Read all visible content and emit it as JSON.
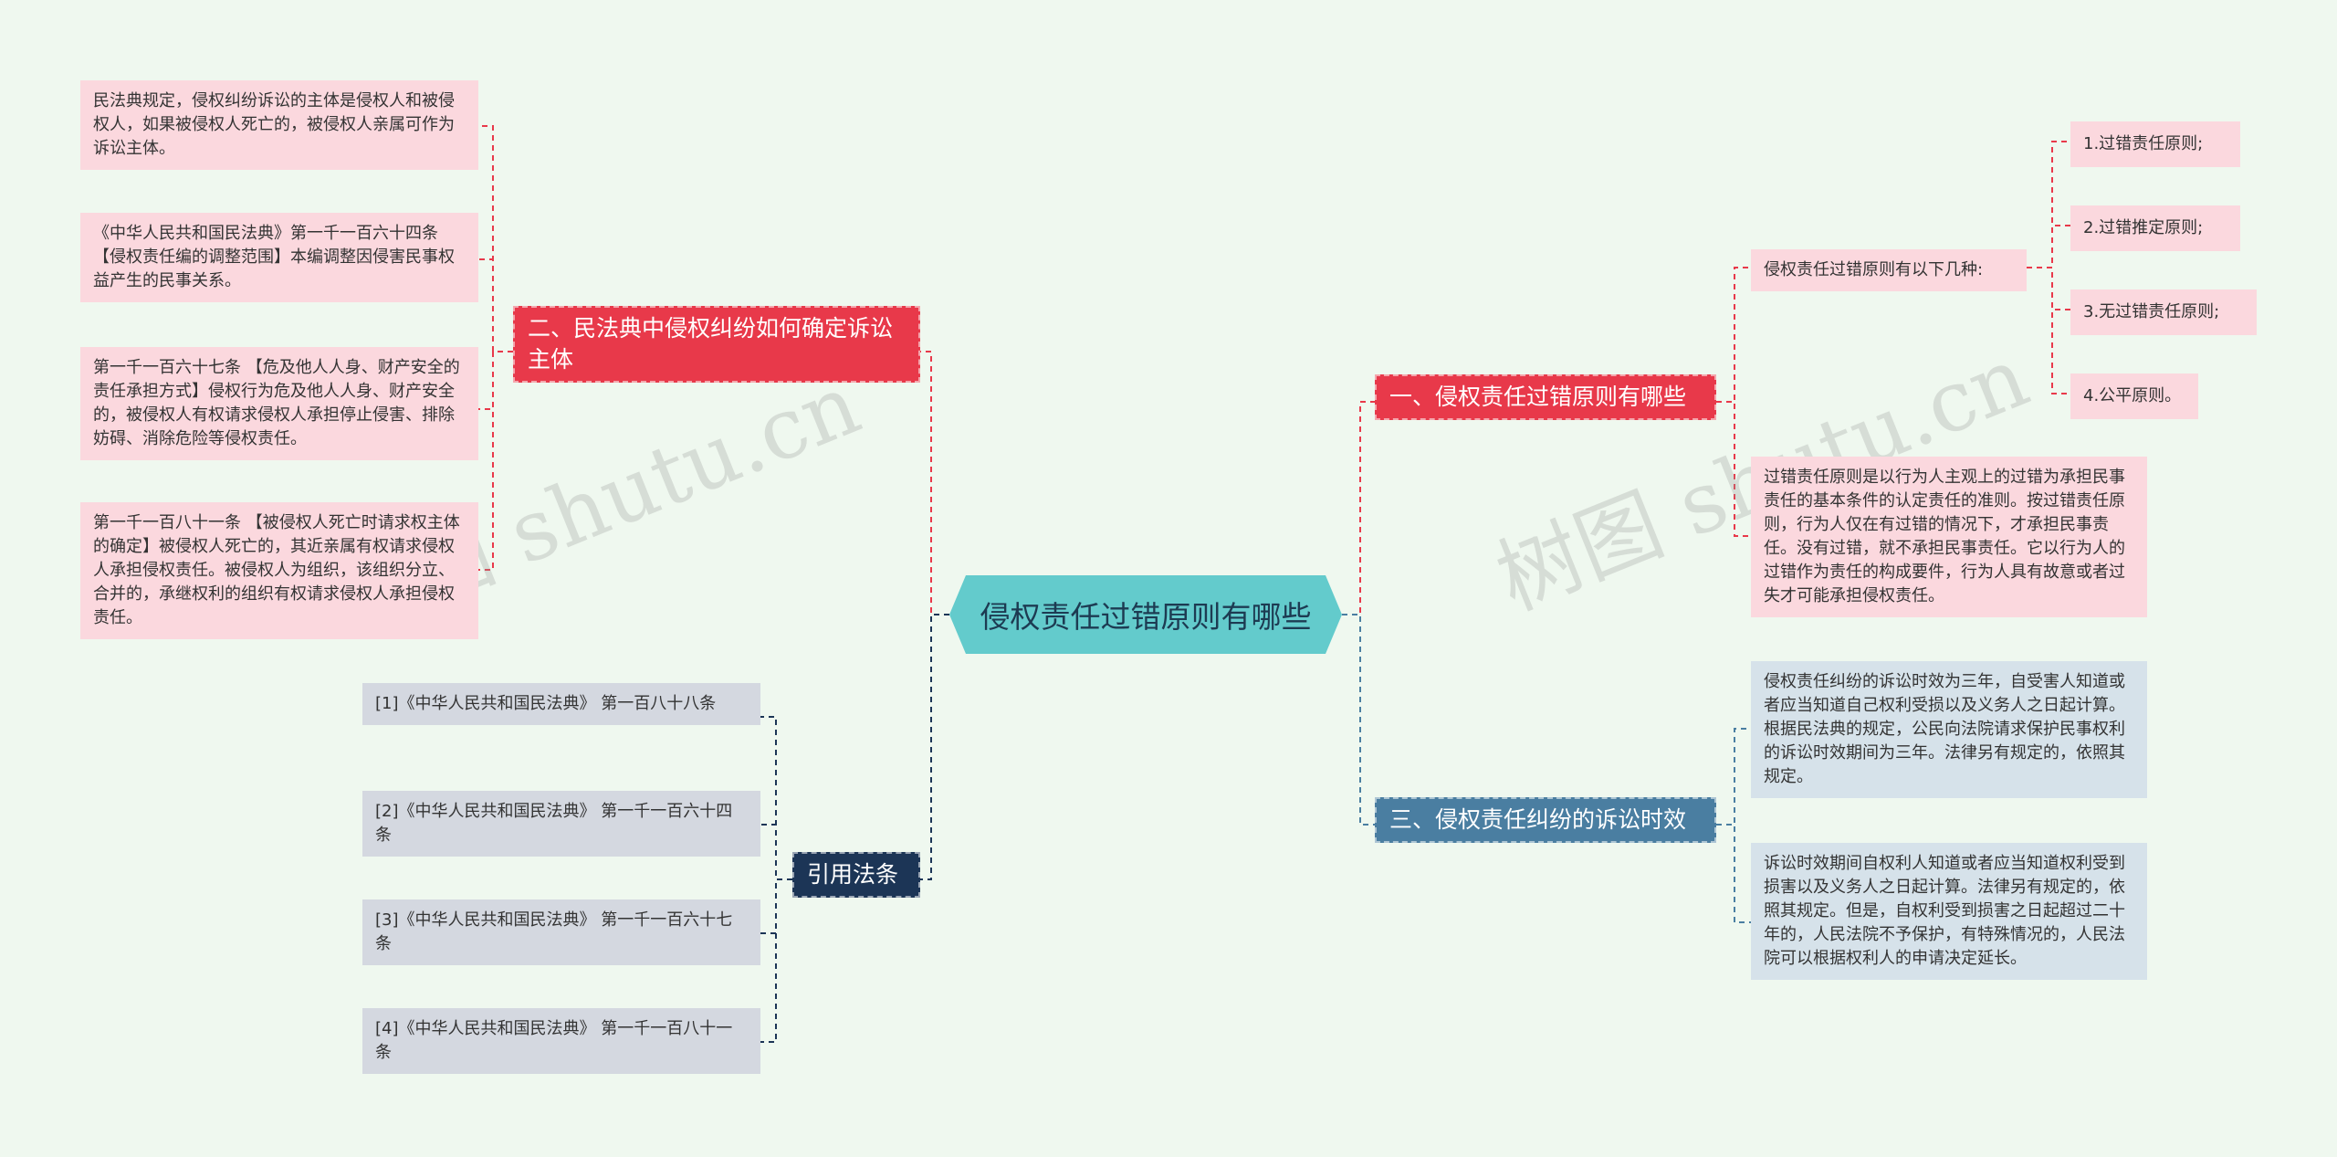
{
  "root": {
    "label": "侵权责任过错原则有哪些"
  },
  "branches": {
    "b1": {
      "label": "一、侵权责任过错原则有哪些",
      "color": "#e8394a"
    },
    "b2": {
      "label": "二、民法典中侵权纠纷如何确定诉讼主体",
      "color": "#e8394a"
    },
    "b3": {
      "label": "三、侵权责任纠纷的诉讼时效",
      "color": "#4a7ea1"
    },
    "b4": {
      "label": "引用法条",
      "color": "#1c3556"
    }
  },
  "b1_children": {
    "principles_intro": "侵权责任过错原则有以下几种:",
    "principles": [
      "1.过错责任原则;",
      "2.过错推定原则;",
      "3.无过错责任原则;",
      "4.公平原则。"
    ],
    "definition": "过错责任原则是以行为人主观上的过错为承担民事责任的基本条件的认定责任的准则。按过错责任原则，行为人仅在有过错的情况下，才承担民事责任。没有过错，就不承担民事责任。它以行为人的过错作为责任的构成要件，行为人具有故意或者过失才可能承担侵权责任。"
  },
  "b2_children": [
    "民法典规定，侵权纠纷诉讼的主体是侵权人和被侵权人，如果被侵权人死亡的，被侵权人亲属可作为诉讼主体。",
    "《中华人民共和国民法典》第一千一百六十四条 【侵权责任编的调整范围】本编调整因侵害民事权益产生的民事关系。",
    "第一千一百六十七条 【危及他人人身、财产安全的责任承担方式】侵权行为危及他人人身、财产安全的，被侵权人有权请求侵权人承担停止侵害、排除妨碍、消除危险等侵权责任。",
    "第一千一百八十一条 【被侵权人死亡时请求权主体的确定】被侵权人死亡的，其近亲属有权请求侵权人承担侵权责任。被侵权人为组织，该组织分立、合并的，承继权利的组织有权请求侵权人承担侵权责任。"
  ],
  "b3_children": [
    "侵权责任纠纷的诉讼时效为三年，自受害人知道或者应当知道自己权利受损以及义务人之日起计算。根据民法典的规定，公民向法院请求保护民事权利的诉讼时效期间为三年。法律另有规定的，依照其规定。",
    "诉讼时效期间自权利人知道或者应当知道权利受到损害以及义务人之日起计算。法律另有规定的，依照其规定。但是，自权利受到损害之日起超过二十年的，人民法院不予保护，有特殊情况的，人民法院可以根据权利人的申请决定延长。"
  ],
  "b4_children": [
    "[1]《中华人民共和国民法典》 第一百八十八条",
    "[2]《中华人民共和国民法典》 第一千一百六十四条",
    "[3]《中华人民共和国民法典》 第一千一百六十七条",
    "[4]《中华人民共和国民法典》 第一千一百八十一条"
  ],
  "watermark": "树图 shutu.cn"
}
